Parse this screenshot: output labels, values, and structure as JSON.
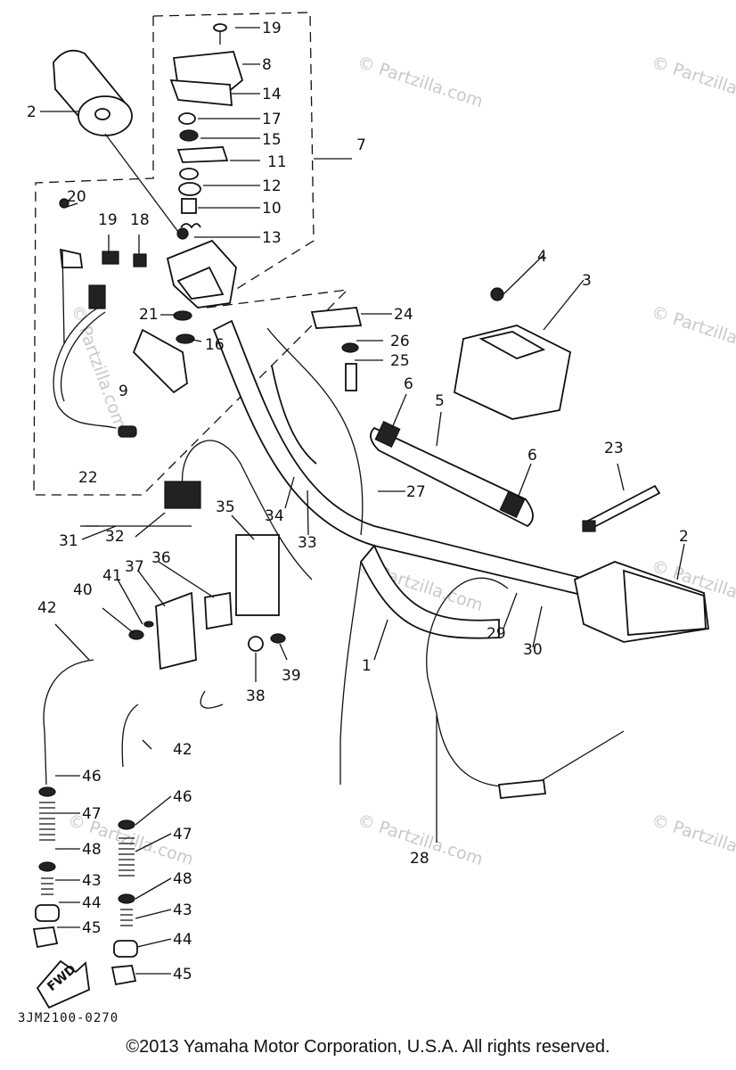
{
  "watermarks": [
    "© Partzilla.com"
  ],
  "diagram_code": "3JM2100-0270",
  "copyright": "©2013  Yamaha Motor Corporation, U.S.A. All rights reserved.",
  "fwd_label": "FWD",
  "callouts": {
    "c1": "1",
    "c2a": "2",
    "c2b": "2",
    "c3": "3",
    "c4": "4",
    "c5": "5",
    "c6a": "6",
    "c6b": "6",
    "c7": "7",
    "c8": "8",
    "c9": "9",
    "c10": "10",
    "c11": "11",
    "c12": "12",
    "c13": "13",
    "c14": "14",
    "c15": "15",
    "c16": "16",
    "c17": "17",
    "c18": "18",
    "c19a": "19",
    "c19b": "19",
    "c20": "20",
    "c21": "21",
    "c22": "22",
    "c23": "23",
    "c24": "24",
    "c25": "25",
    "c26": "26",
    "c27": "27",
    "c28": "28",
    "c29": "29",
    "c30": "30",
    "c31": "31",
    "c32": "32",
    "c33": "33",
    "c34": "34",
    "c35": "35",
    "c36": "36",
    "c37": "37",
    "c38": "38",
    "c39": "39",
    "c40": "40",
    "c41": "41",
    "c42a": "42",
    "c42b": "42",
    "c43a": "43",
    "c43b": "43",
    "c44a": "44",
    "c44b": "44",
    "c45a": "45",
    "c45b": "45",
    "c46a": "46",
    "c46b": "46",
    "c47a": "47",
    "c47b": "47",
    "c48a": "48",
    "c48b": "48"
  }
}
